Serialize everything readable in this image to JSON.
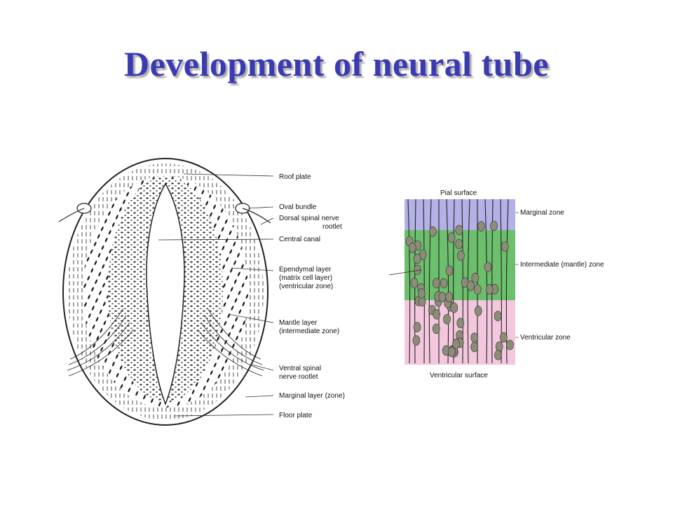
{
  "title": "Development of neural tube",
  "cross_section": {
    "labels": [
      {
        "lines": [
          "Roof plate"
        ]
      },
      {
        "lines": [
          "Oval bundle"
        ]
      },
      {
        "lines": [
          "Dorsal spinal nerve",
          "rootlet"
        ]
      },
      {
        "lines": [
          "Central canal"
        ]
      },
      {
        "lines": [
          "Ependymal layer",
          "(matrix cell layer)",
          "(ventricular zone)"
        ]
      },
      {
        "lines": [
          "Mantle layer",
          "(intermediate zone)"
        ]
      },
      {
        "lines": [
          "Ventral spinal",
          "nerve rootlet"
        ]
      },
      {
        "lines": [
          "Marginal layer (zone)"
        ]
      },
      {
        "lines": [
          "Floor plate"
        ]
      }
    ]
  },
  "wall_detail": {
    "top_label": "Pial surface",
    "bottom_label": "Ventricular surface",
    "zones": [
      {
        "name": "Marginal zone",
        "color": "#b3b1e6"
      },
      {
        "name": "Intermediate (mantle) zone",
        "color": "#6cbf6c"
      },
      {
        "name": "Ventricular zone",
        "color": "#f3c8df"
      }
    ],
    "cell_color": "#8c8c78"
  },
  "colors": {
    "title": "#3a3ab2",
    "line": "#222222"
  }
}
